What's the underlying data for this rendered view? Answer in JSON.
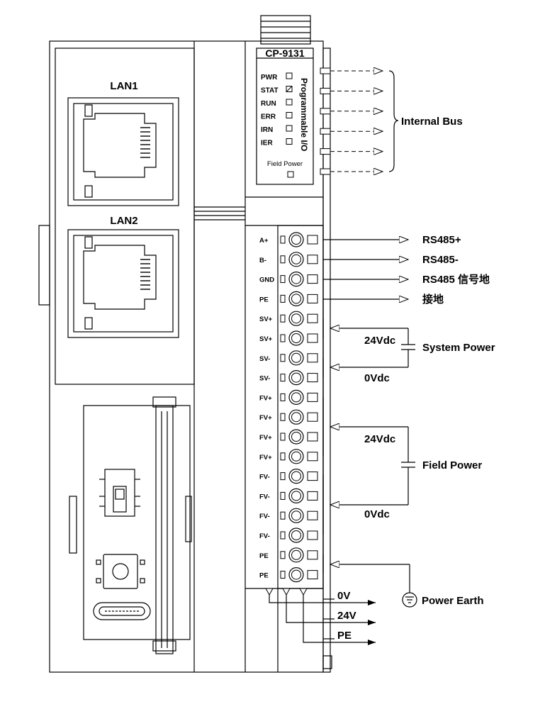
{
  "module": {
    "model": "CP-9131",
    "vertical_label": "Programmable I/O",
    "ports": [
      "LAN1",
      "LAN2"
    ],
    "leds": [
      "PWR",
      "STAT",
      "RUN",
      "ERR",
      "IRN",
      "IER"
    ],
    "field_power_led": "Field Power"
  },
  "terminals": [
    "A+",
    "B-",
    "GND",
    "PE",
    "SV+",
    "SV+",
    "SV-",
    "SV-",
    "FV+",
    "FV+",
    "FV+",
    "FV+",
    "FV-",
    "FV-",
    "FV-",
    "FV-",
    "PE",
    "PE"
  ],
  "signals": {
    "rs485_plus": "RS485+",
    "rs485_minus": "RS485-",
    "rs485_gnd": "RS485 信号地",
    "earth": "接地",
    "internal_bus": "Internal Bus"
  },
  "system_power": {
    "label": "System Power",
    "v_high": "24Vdc",
    "v_low": "0Vdc"
  },
  "field_power": {
    "label": "Field Power",
    "v_high": "24Vdc",
    "v_low": "0Vdc"
  },
  "power_earth": "Power Earth",
  "bottom_outputs": [
    "0V",
    "24V",
    "PE"
  ]
}
